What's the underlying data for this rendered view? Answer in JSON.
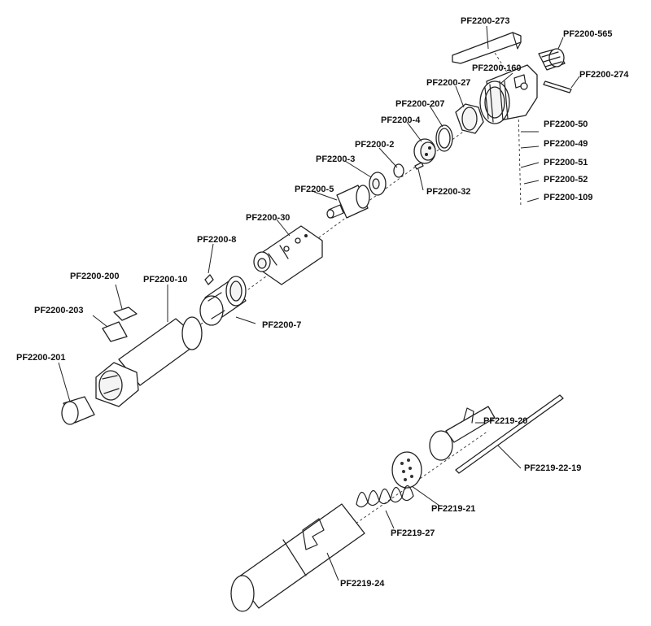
{
  "labels": {
    "l273": "PF2200-273",
    "l565": "PF2200-565",
    "l160": "PF2200-160",
    "l274": "PF2200-274",
    "l27": "PF2200-27",
    "l207": "PF2200-207",
    "l4": "PF2200-4",
    "l50": "PF2200-50",
    "l2": "PF2200-2",
    "l49": "PF2200-49",
    "l3": "PF2200-3",
    "l51": "PF2200-51",
    "l52": "PF2200-52",
    "l32": "PF2200-32",
    "l109": "PF2200-109",
    "l5": "PF2200-5",
    "l30": "PF2200-30",
    "l8": "PF2200-8",
    "l200": "PF2200-200",
    "l10": "PF2200-10",
    "l203": "PF2200-203",
    "l7": "PF2200-7",
    "l201": "PF2200-201",
    "l2219_20": "PF2219-20",
    "l2219_22_19": "PF2219-22-19",
    "l2219_21": "PF2219-21",
    "l2219_27": "PF2219-27",
    "l2219_24": "PF2219-24"
  }
}
